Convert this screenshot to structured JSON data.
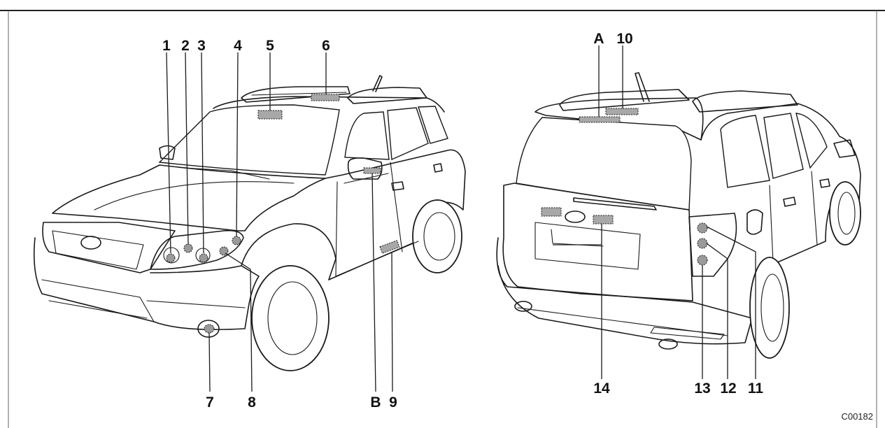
{
  "figure_code": "C00182",
  "callouts": {
    "c1": "1",
    "c2": "2",
    "c3": "3",
    "c4": "4",
    "c5": "5",
    "c6": "6",
    "c7": "7",
    "c8": "8",
    "c9": "9",
    "c10": "10",
    "c11": "11",
    "c12": "12",
    "c13": "13",
    "c14": "14",
    "cA": "A",
    "cB": "B"
  },
  "colors": {
    "line": "#1a1a1a",
    "lamp_fill": "#9a9a9a",
    "frame": "#222222"
  }
}
